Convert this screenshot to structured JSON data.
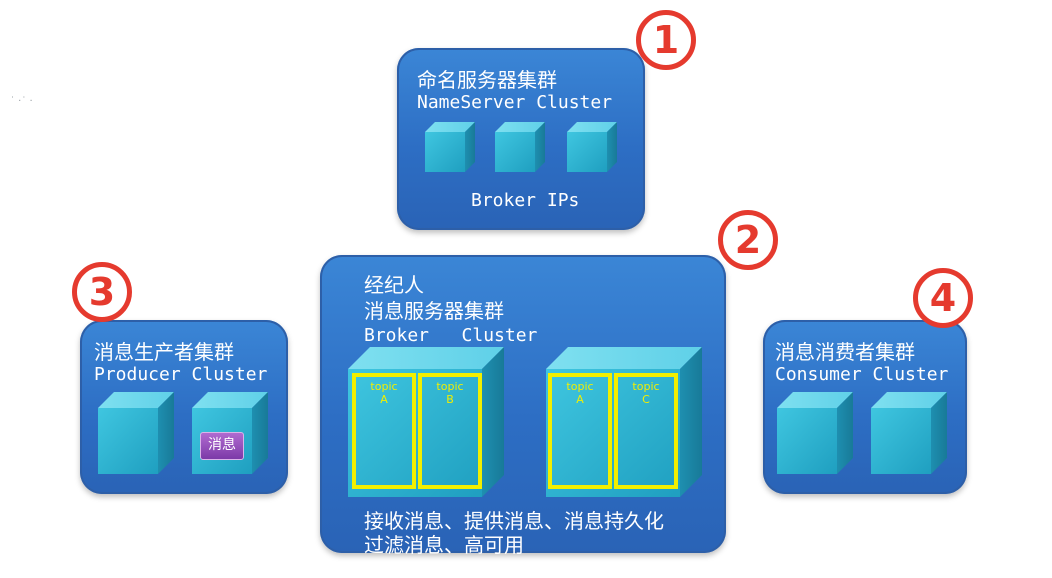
{
  "nameserver": {
    "title_cn": "命名服务器集群",
    "title_en": "NameServer Cluster",
    "footer": "Broker IPs"
  },
  "broker": {
    "title_cn_1": "经纪人",
    "title_cn_2": "消息服务器集群",
    "title_en": "Broker   Cluster",
    "topics": [
      {
        "label": "topic",
        "letter": "A"
      },
      {
        "label": "topic",
        "letter": "B"
      },
      {
        "label": "topic",
        "letter": "A"
      },
      {
        "label": "topic",
        "letter": "C"
      }
    ],
    "desc_1": "接收消息、提供消息、消息持久化",
    "desc_2": "过滤消息、高可用"
  },
  "producer": {
    "title_cn": "消息生产者集群",
    "title_en": "Producer Cluster",
    "message": "消息"
  },
  "consumer": {
    "title_cn": "消息消费者集群",
    "title_en": "Consumer Cluster"
  },
  "badges": [
    "1",
    "2",
    "3",
    "4"
  ],
  "colors": {
    "panel": "#2f72c8",
    "cube": "#2db6d4",
    "badge": "#e53a2e",
    "topic_border": "#f2ef00"
  }
}
